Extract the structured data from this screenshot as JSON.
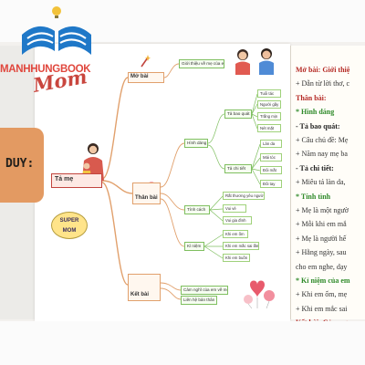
{
  "watermark": "MANHHUNGBOOK",
  "mom_script": "Mom",
  "name_card": "DUY:",
  "sticker_lines": [
    "SUPER",
    "MOM"
  ],
  "mindmap": {
    "center": "Tả mẹ",
    "mo_bai": {
      "label": "Mở bài",
      "children": [
        "Giới thiệu về mẹ của em"
      ]
    },
    "than_bai": {
      "label": "Thân bài",
      "hinh_dang": {
        "label": "Hình dáng",
        "ta_bao_quat": {
          "label": "Tả bao quát",
          "items": [
            "Tuổi tác",
            "Người gầy",
            "Trắng mịn",
            "Nét mặt"
          ]
        },
        "ta_chi_tiet": {
          "label": "Tả chi tiết",
          "items": [
            "Làn da",
            "Mái tóc",
            "Đôi mắt",
            "Đôi tay"
          ]
        }
      },
      "tinh_cach": {
        "label": "Tính cách",
        "items": [
          "Rất thương yêu người",
          "Vui vẻ",
          "Vui gia đình"
        ]
      },
      "ki_niem": {
        "label": "Kỉ niệm",
        "items": [
          "Khi em ốm",
          "Khi em mắc sai lầm",
          "Khi em buồn"
        ]
      }
    },
    "ket_bai": {
      "label": "Kết bài",
      "children": [
        "Cảm nghĩ của em về mẹ",
        "Liên hệ bản thân"
      ]
    }
  },
  "right_page_lines": [
    {
      "text": "Mở bài: Giới thiệ",
      "style": "head"
    },
    {
      "text": "+ Dẫn từ lời thơ, c",
      "style": "normal"
    },
    {
      "text": "Thân bài:",
      "style": "head"
    },
    {
      "text": "* Hình dáng",
      "style": "green"
    },
    {
      "text": "- Tả bao quát:",
      "style": "bold"
    },
    {
      "text": "+ Câu chủ đề: Mẹ",
      "style": "normal"
    },
    {
      "text": "+ Năm nay mẹ ba",
      "style": "normal"
    },
    {
      "text": "- Tả chi tiết:",
      "style": "bold"
    },
    {
      "text": "+ Miêu tả làn da,",
      "style": "normal"
    },
    {
      "text": "* Tính tình",
      "style": "green"
    },
    {
      "text": "+ Mẹ là một ngườ",
      "style": "normal"
    },
    {
      "text": "+ Mỗi khi em mắ",
      "style": "normal"
    },
    {
      "text": "+ Mẹ là người hế",
      "style": "normal"
    },
    {
      "text": "+ Hằng ngày, sau",
      "style": "normal"
    },
    {
      "text": "cho em nghe, dạy",
      "style": "normal"
    },
    {
      "text": "* Kỉ niệm của em",
      "style": "green"
    },
    {
      "text": "+ Khi em ốm, mẹ",
      "style": "normal"
    },
    {
      "text": "+ Khi em mắc sai",
      "style": "normal"
    },
    {
      "text": "Kết bài: Cảm ng",
      "style": "head"
    }
  ],
  "colors": {
    "watermark": "#e0473d",
    "heading_red": "#b52a25",
    "heading_green": "#2f8a2a",
    "branch_orange": "#e1a06c",
    "branch_green": "#7fbf60",
    "name_card": "#e39a62"
  },
  "icons": [
    "book-logo-icon",
    "lightbulb-icon",
    "ice-cream-icon",
    "book-icon",
    "hearts-balloon-icon",
    "mother-child-icon",
    "children-icon"
  ]
}
